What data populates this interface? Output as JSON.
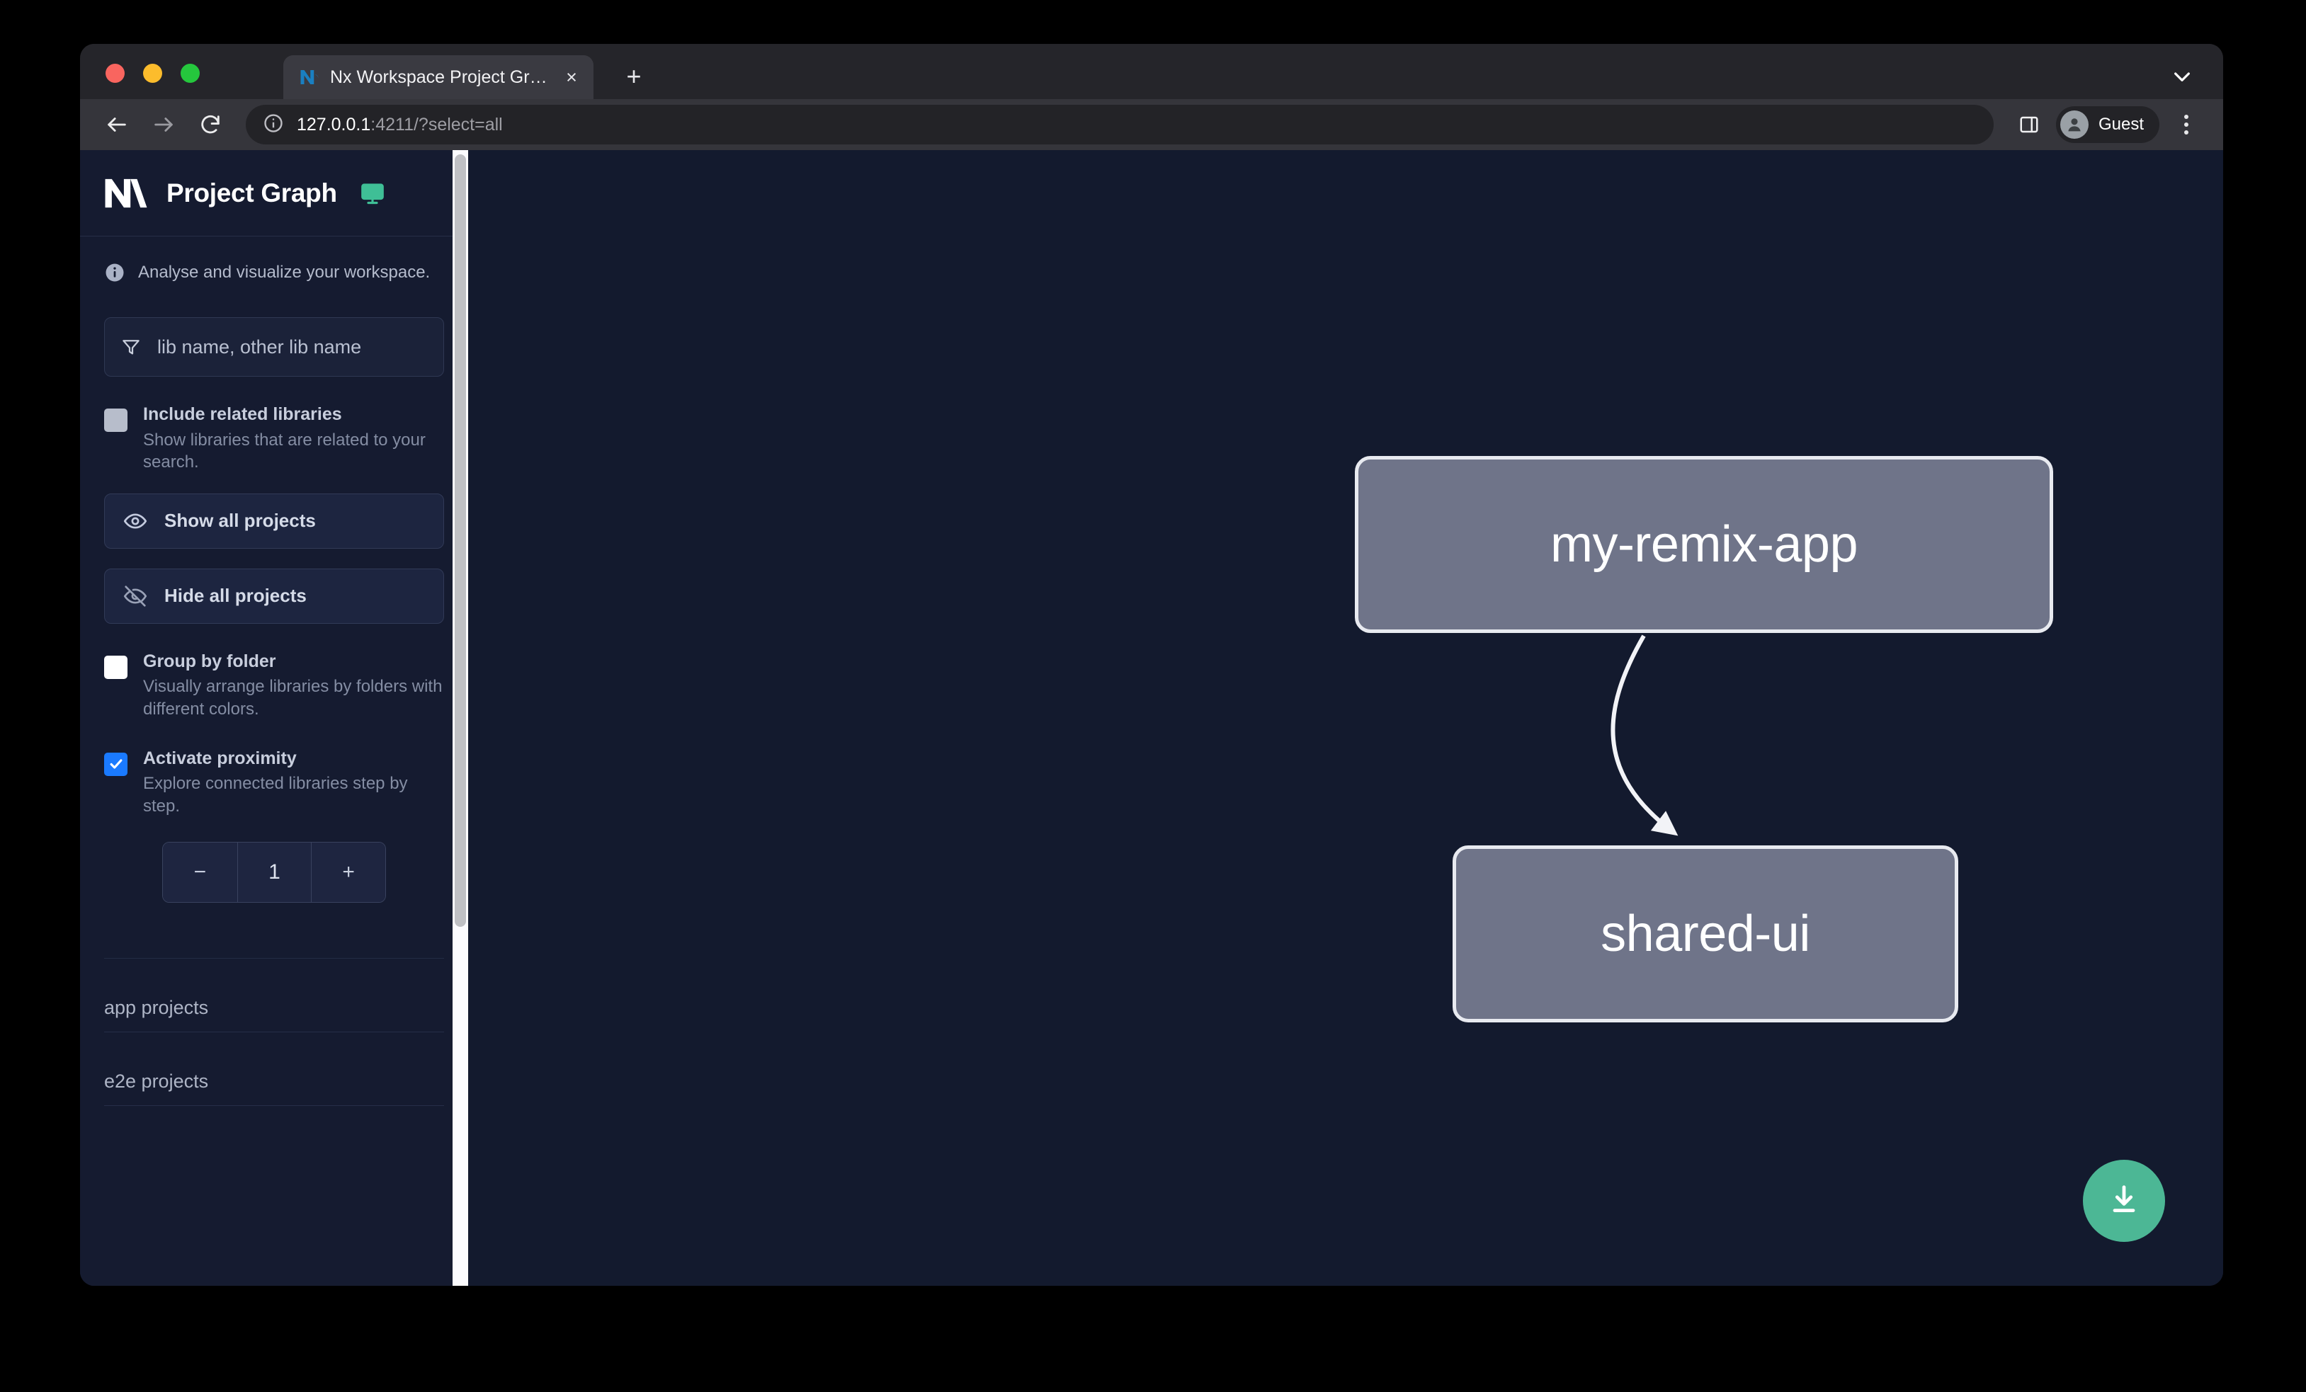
{
  "browser": {
    "tab": {
      "title": "Nx Workspace Project Graph",
      "favicon": "nx-favicon",
      "close_label": "×"
    },
    "new_tab_label": "+",
    "url": {
      "host": "127.0.0.1",
      "rest": ":4211/?select=all"
    },
    "profile": {
      "name": "Guest"
    },
    "icons": {
      "back": "back-arrow-icon",
      "forward": "forward-arrow-icon",
      "reload": "reload-icon",
      "site_info": "site-info-icon",
      "side_panel": "side-panel-icon",
      "menu": "kebab-menu-icon",
      "tab_list": "chevron-down-icon"
    }
  },
  "sidebar": {
    "title": "Project Graph",
    "logo": "nx-logo",
    "monitor_icon": "monitor-icon",
    "tagline": "Analyse and visualize your workspace.",
    "filter": {
      "placeholder": "lib name, other lib name",
      "value": "",
      "icon": "funnel-icon"
    },
    "options": [
      {
        "label": "Include related libraries",
        "desc": "Show libraries that are related to your search.",
        "state": "muted"
      },
      {
        "label": "Group by folder",
        "desc": "Visually arrange libraries by folders with different colors.",
        "state": "empty"
      },
      {
        "label": "Activate proximity",
        "desc": "Explore connected libraries step by step.",
        "state": "checked"
      }
    ],
    "buttons": [
      {
        "label": "Show all projects",
        "icon": "eye-icon"
      },
      {
        "label": "Hide all projects",
        "icon": "eye-off-icon"
      }
    ],
    "stepper": {
      "decrement_label": "−",
      "value": "1",
      "increment_label": "+"
    },
    "sections": [
      {
        "label": "app projects"
      },
      {
        "label": "e2e projects"
      }
    ]
  },
  "graph": {
    "nodes": [
      {
        "id": "my-remix-app",
        "label": "my-remix-app"
      },
      {
        "id": "shared-ui",
        "label": "shared-ui"
      }
    ],
    "edges": [
      {
        "from": "my-remix-app",
        "to": "shared-ui"
      }
    ],
    "download_button": {
      "icon": "download-icon"
    }
  },
  "colors": {
    "accent_green": "#4cb795",
    "checkbox_blue": "#1a7aff",
    "node_fill": "#6f7489",
    "node_border": "#e8eaf0",
    "canvas_bg": "#131a2e",
    "sidebar_bg": "#151b30"
  }
}
